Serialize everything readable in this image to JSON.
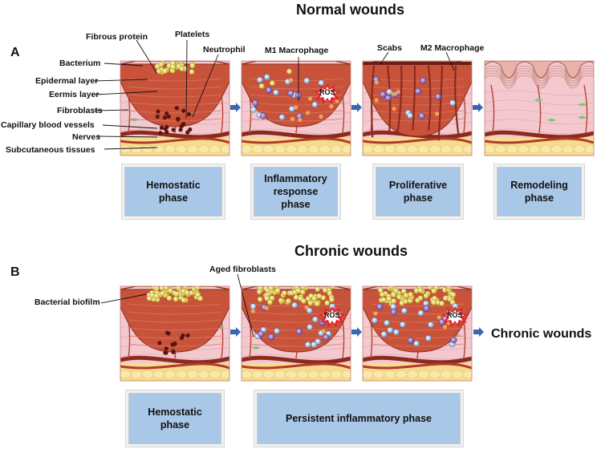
{
  "panel_a": {
    "letter": "A",
    "title": "Normal wounds",
    "left_labels": [
      "Bacterium",
      "Epidermal layer",
      "Eermis layer",
      "Fibroblasts",
      "Capillary blood vessels",
      "Nerves",
      "Subcutaneous tissues"
    ],
    "top_labels": {
      "fibrous_protein": "Fibrous protein",
      "platelets": "Platelets",
      "neutrophil": "Neutrophil",
      "m1_macrophage": "M1 Macrophage",
      "scabs": "Scabs",
      "m2_macrophage": "M2 Macrophage"
    },
    "ros": "ROS",
    "phases": [
      {
        "line1": "Hemostatic",
        "line2": "phase",
        "line3": ""
      },
      {
        "line1": "Inflammatory",
        "line2": "response",
        "line3": "phase"
      },
      {
        "line1": "Proliferative",
        "line2": "phase",
        "line3": ""
      },
      {
        "line1": "Remodeling",
        "line2": "phase",
        "line3": ""
      }
    ]
  },
  "panel_b": {
    "letter": "B",
    "title": "Chronic wounds",
    "labels": {
      "bacterial_biofilm": "Bacterial biofilm",
      "aged_fibroblasts": "Aged fibroblasts"
    },
    "ros": "ROS",
    "outcome": "Chronic wounds",
    "phases": [
      {
        "line1": "Hemostatic",
        "line2": "phase"
      },
      {
        "line1": "Persistent inflammatory phase",
        "line2": ""
      }
    ]
  },
  "colors": {
    "skin_pink": "#f3c9cf",
    "tissue_red": "#c8533a",
    "wound_dark": "#a53a2a",
    "fat_yellow": "#f6dc8c",
    "vessel": "#8c2a1e",
    "bacteria": "#f1e06a",
    "box_blue": "#a9c7e6",
    "arrow_blue": "#3a66b4"
  }
}
